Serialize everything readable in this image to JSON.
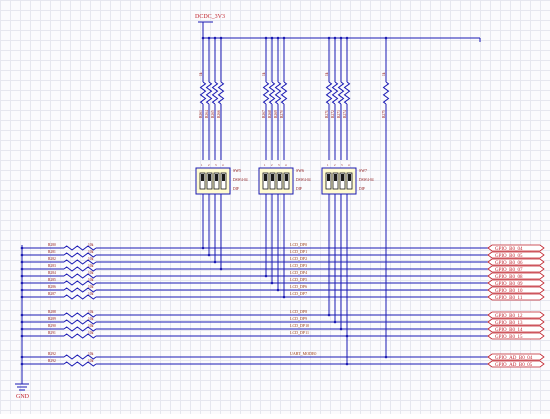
{
  "power_label": "DCDC_3V3",
  "ground_label": "GND",
  "dip_switches": [
    {
      "ref": "SW5",
      "part": "DSW4-04",
      "type": "DIP",
      "pins": [
        "1",
        "2",
        "3",
        "4"
      ]
    },
    {
      "ref": "SW6",
      "part": "DSW4-04",
      "type": "DIP",
      "pins": [
        "1",
        "2",
        "3",
        "4"
      ]
    },
    {
      "ref": "SW7",
      "part": "DSW4-04",
      "type": "DIP",
      "pins": [
        "1",
        "2",
        "3",
        "4"
      ]
    }
  ],
  "pullup_value": "1k",
  "pullup_refs": [
    "R263",
    "R264",
    "R265",
    "R266",
    "R267",
    "R268",
    "R269",
    "R270",
    "R271",
    "R272",
    "R273",
    "R274",
    "R275"
  ],
  "pulldown_refs": [
    "R280",
    "R281",
    "R282",
    "R283",
    "R284",
    "R285",
    "R286",
    "R287",
    "R288",
    "R289",
    "R290",
    "R291",
    "R292"
  ],
  "pulldown_value": "10k",
  "net_labels": [
    "LCD_DP0",
    "LCD_DP1",
    "LCD_DP2",
    "LCD_DP3",
    "LCD_DP4",
    "LCD_DP5",
    "LCD_DP6",
    "LCD_DP7",
    "LCD_DP8",
    "LCD_DP9",
    "LCD_DP10",
    "LCD_DP11",
    "UART_MODE0"
  ],
  "ports": [
    "GPIO_B0_04",
    "GPIO_B0_05",
    "GPIO_B0_06",
    "GPIO_B0_07",
    "GPIO_B0_08",
    "GPIO_B0_09",
    "GPIO_B0_10",
    "GPIO_B0_11",
    "GPIO_B0_12",
    "GPIO_B0_13",
    "GPIO_B0_14",
    "GPIO_B0_15",
    "GPIO_AD_B0_04",
    "GPIO_AD_B0_05"
  ],
  "colors": {
    "wire": "#1a1ab4",
    "component": "#8b1010",
    "port": "#c0202a",
    "net_label": "#9a3a10",
    "dip_body": "#fffbd0"
  }
}
